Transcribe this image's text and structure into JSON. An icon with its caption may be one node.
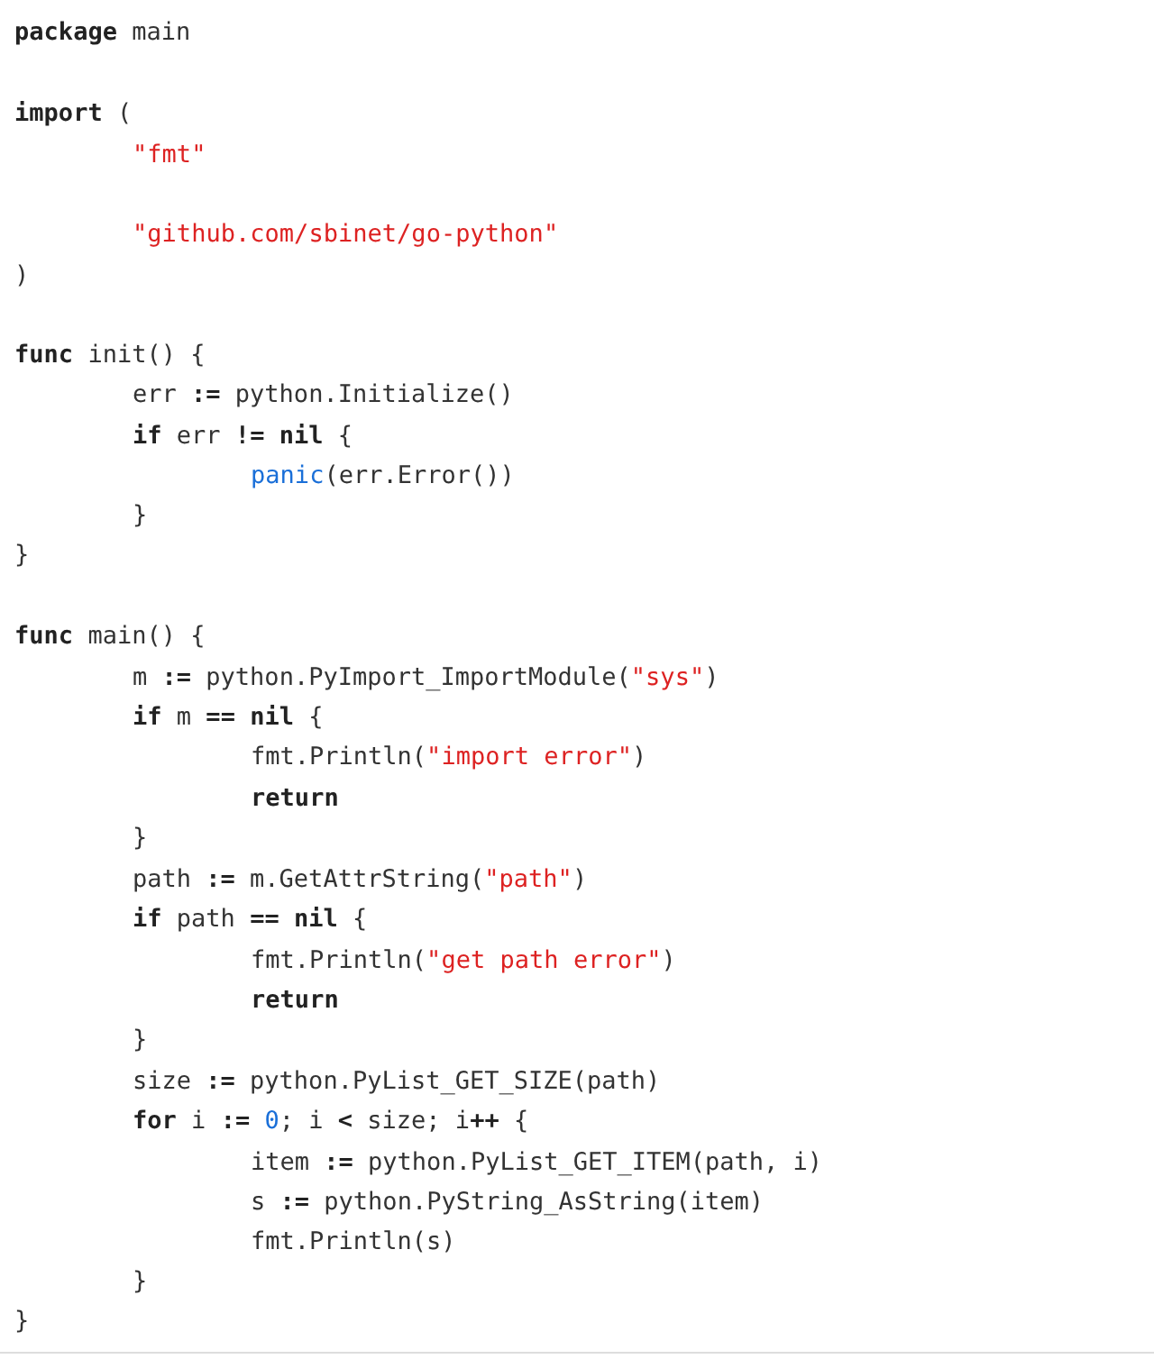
{
  "diagram": {
    "labels": [
      "**package** main",
      "**import** (",
      "\"fmt\"",
      "\"github.com/sbinet/go-python\"",
      ")",
      "**func** init() {",
      "err **:=** python.Initialize()",
      "**if** err **!=** **nil** {",
      "panic(err.Error())",
      "}",
      "}",
      "**func** main() {",
      "m **:=** python.PyImport_ImportModule(\"sys\")",
      "**if** m **==** **nil** {",
      "fmt.Println(\"import error\")",
      "**return**",
      "}",
      "path **:=** m.GetAttrString(\"path\")",
      "**if** path **==** **nil** {",
      "fmt.Println(\"get path error\")",
      "**return**",
      "}",
      "size **:=** python.PyList_GET_SIZE(path)",
      "**for** i **:=** 0; i **<** size; i**++** {",
      "item **:=** python.PyList_GET_ITEM(path, i)",
      "s **:=** python.PyString_AsString(item)",
      "fmt.Println(s)",
      "}",
      "}"
    ]
  }
}
